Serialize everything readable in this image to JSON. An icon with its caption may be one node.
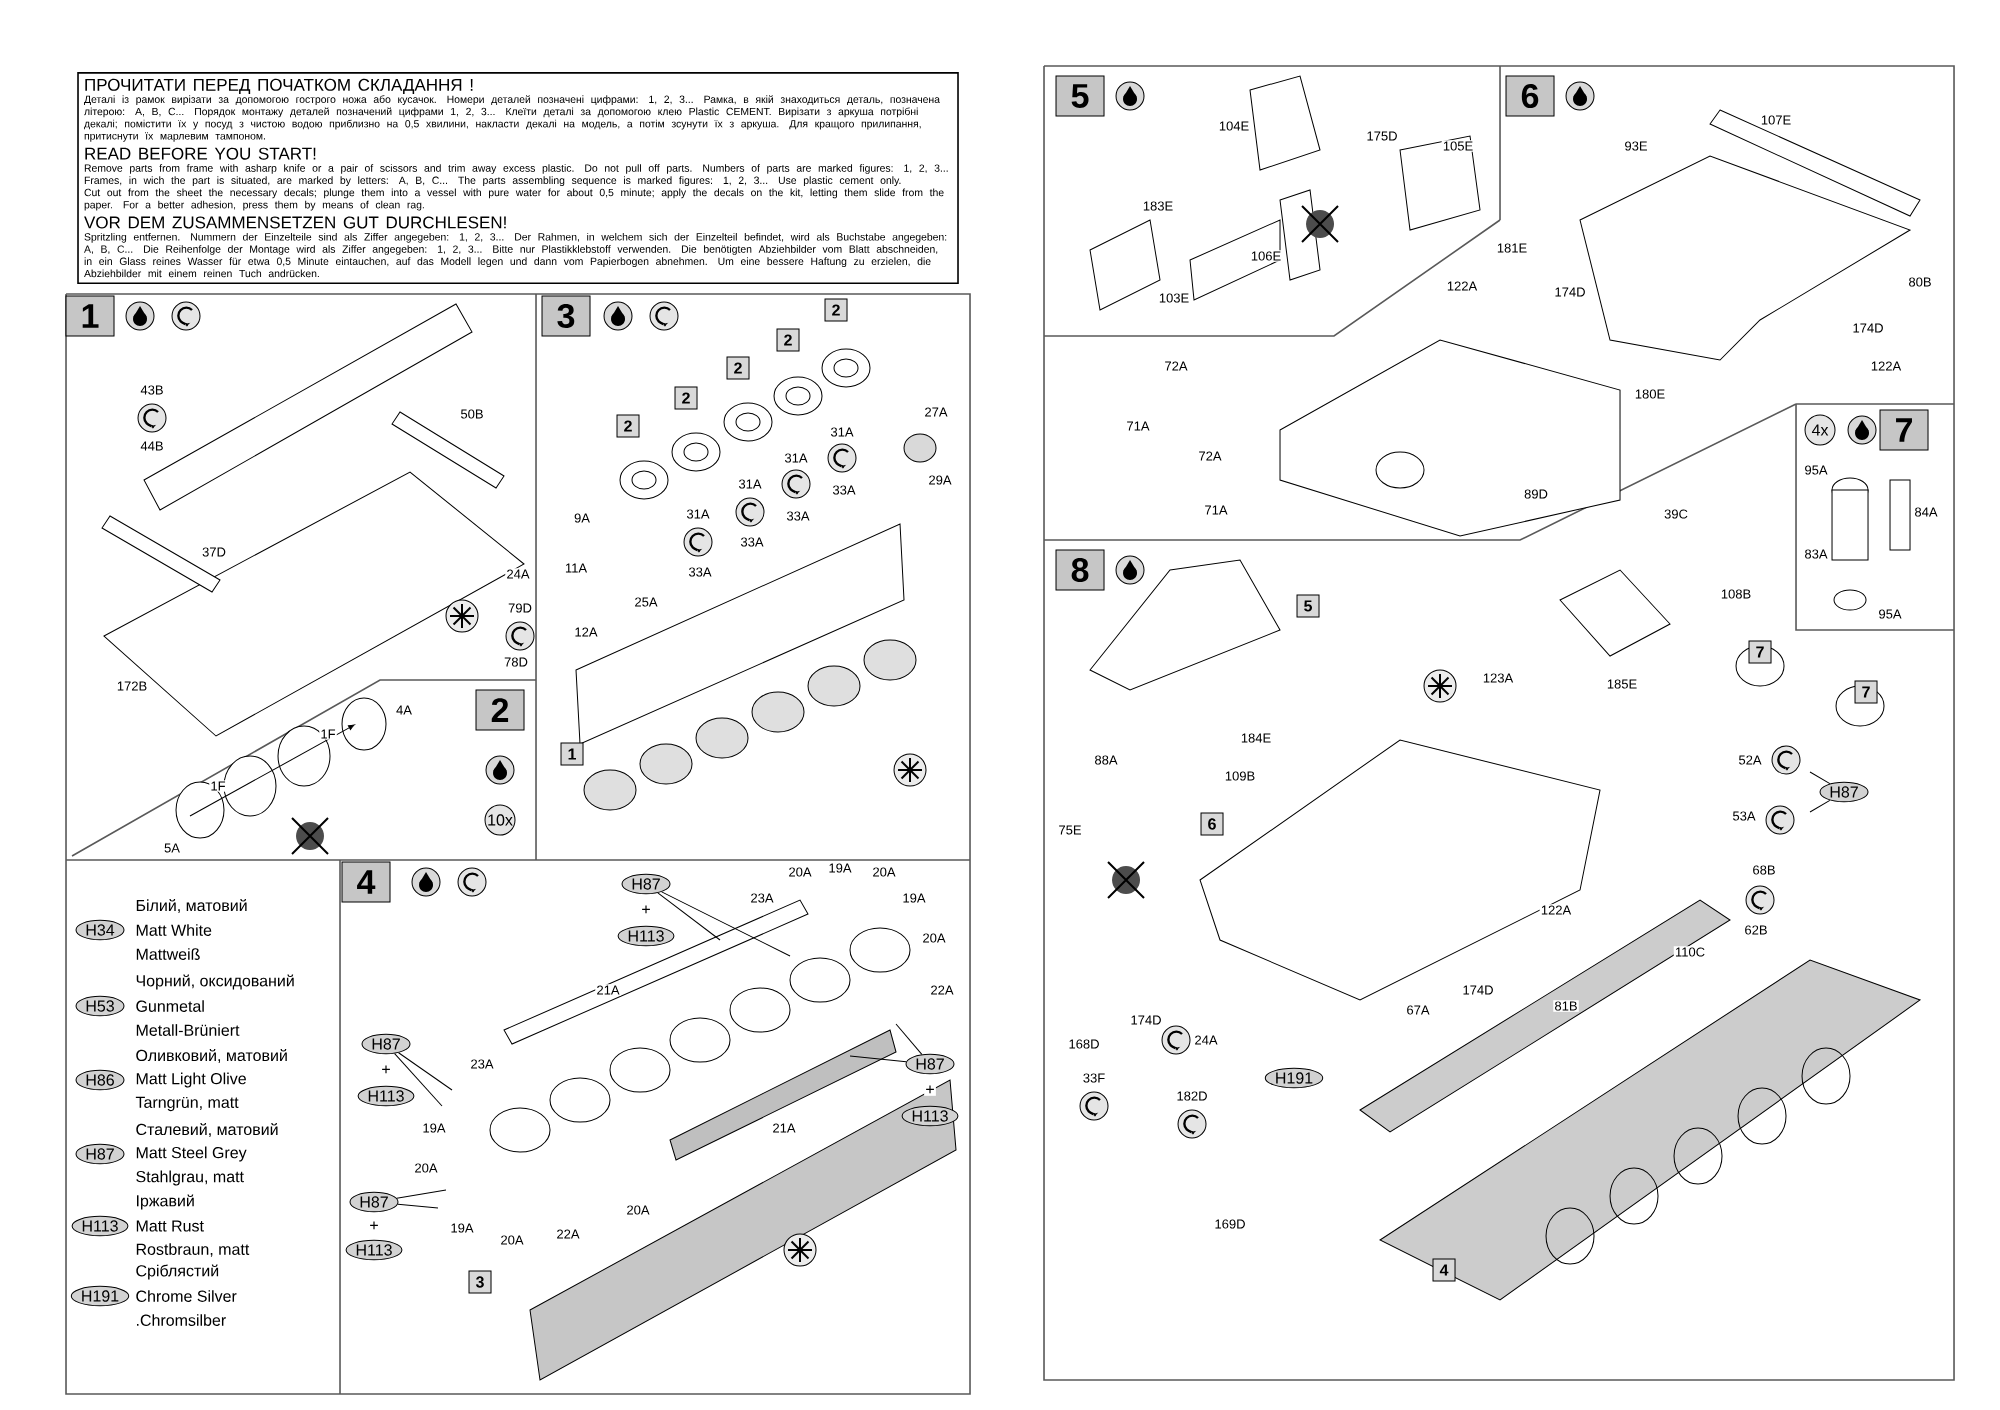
{
  "diagram": {
    "nodes": [
      {
        "text": [
          "ПРОЧИТАТИ ПЕРЕД ПОЧАТКОМ СКЛАДАННЯ !",
          "Деталі із рамок вирізати за допомогою гострого ножа або кусачок. Номери деталей позначені цифрами: 1, 2, 3... Рамка, в якій знаходиться деталь, позначена літерою: A, B, C... Порядок монтажу деталей позначений цифрами 1, 2, 3... Клеїти деталі за допомогою клею Plastic CEMENT. Вирізати з аркуша потрібні декалі; помістити їх у посуд з чистою водою приблизно на 0,5 хвилини, накласти декалі на модель, а потім зсунути їх з аркуша. Для кращого прилипання, притиснути їх марлевим тампоном.",
          "READ BEFORE YOU START!",
          "Remove parts from frame with asharp knife or a pair of scissors and trim away excess plastic. Do not pull off parts. Numbers of parts are marked figures: 1, 2, 3... Frames, in wich the part is situated, are marked by letters: A, B, C... The parts assembling sequence is marked figures: 1, 2, 3... Use plastic cement only.",
          "Cut out from the sheet the necessary decals; plunge them into a vessel with pure water for about 0,5 minute; apply the decals on the kit, letting them slide from the paper. For a better adhesion, press them by means of clean rag.",
          "VOR DEM ZUSAMMENSETZEN GUT DURCHLESEN!",
          "Spritzling entfernen. Nummern der Einzelteile sind als Ziffer angegeben: 1, 2, 3... Der Rahmen, in welchem sich der Einzelteil befindet, wird als Buchstabe angegeben: A, B, C... Die Reihenfolge der Montage wird als Ziffer angegeben: 1, 2, 3... Bitte nur Plastikklebstoff verwenden. Die benötigten Abziehbilder vom Blatt abschneiden, in ein Glass reines Wasser für etwa 0,5 Minute eintauchen, auf das Modell legen und dann vom Papierbogen abnehmen. Um eine bessere Haftung zu erzielen, die Abziehbilder mit einem reinen Tuch andrücken."
        ]
      },
      {
        "text": [
          "H34"
        ],
        "beside": [
          "Білий, матовий",
          "Matt White",
          "Mattweiß"
        ]
      },
      {
        "text": [
          "H53"
        ],
        "beside": [
          "Чорний, оксидований",
          "Gunmetal",
          "Metall-Brüniert"
        ]
      },
      {
        "text": [
          "H86"
        ],
        "beside": [
          "Оливковий, матовий",
          "Matt Light Olive",
          "Tarngrün, matt"
        ]
      },
      {
        "text": [
          "H87"
        ],
        "beside": [
          "Сталевий, матовий",
          "Matt Steel Grey",
          "Stahlgrau, matt"
        ]
      },
      {
        "text": [
          "H113"
        ],
        "beside": [
          "Іржавий",
          "Matt Rust",
          "Rostbraun, matt"
        ]
      },
      {
        "text": [
          "H191"
        ],
        "beside": [
          "Сріблястий",
          "Chrome Silver",
          ".Chromsilber"
        ]
      },
      {
        "text": [
          "1"
        ]
      },
      {
        "text": [
          "3"
        ]
      },
      {
        "text": [
          "2"
        ]
      },
      {
        "text": [
          "4"
        ]
      },
      {
        "text": [
          "5"
        ]
      },
      {
        "text": [
          "6"
        ]
      },
      {
        "text": [
          "7"
        ]
      },
      {
        "text": [
          "8"
        ]
      },
      {
        "text": [
          "2"
        ]
      },
      {
        "text": [
          "2"
        ]
      },
      {
        "text": [
          "2"
        ]
      },
      {
        "text": [
          "2"
        ]
      },
      {
        "text": [
          "2"
        ]
      },
      {
        "text": [
          "1"
        ]
      },
      {
        "text": [
          "3"
        ]
      },
      {
        "text": [
          "5"
        ]
      },
      {
        "text": [
          "7"
        ]
      },
      {
        "text": [
          "7"
        ]
      },
      {
        "text": [
          "6"
        ]
      },
      {
        "text": [
          "4"
        ]
      },
      {
        "text": [
          "H87"
        ]
      },
      {
        "text": [
          "H113"
        ]
      },
      {
        "text": [
          "H87"
        ]
      },
      {
        "text": [
          "H113"
        ]
      },
      {
        "text": [
          "H87"
        ]
      },
      {
        "text": [
          "H113"
        ]
      },
      {
        "text": [
          "H87"
        ]
      },
      {
        "text": [
          "H113"
        ]
      },
      {
        "text": [
          "H87"
        ]
      },
      {
        "text": [
          "H191"
        ]
      }
    ],
    "edges": [
      {
        "from": 27,
        "to": null,
        "arrow": "none"
      },
      {
        "from": 27,
        "to": null,
        "arrow": "none"
      },
      {
        "from": 29,
        "to": null,
        "arrow": "none"
      },
      {
        "from": 29,
        "to": null,
        "arrow": "none"
      },
      {
        "from": 31,
        "to": null,
        "arrow": "none"
      },
      {
        "from": 31,
        "to": null,
        "arrow": "none"
      },
      {
        "from": 33,
        "to": null,
        "arrow": "none"
      },
      {
        "from": 33,
        "to": null,
        "arrow": "none"
      },
      {
        "from": 35,
        "to": null,
        "arrow": "none"
      },
      {
        "from": 35,
        "to": null,
        "arrow": "none"
      }
    ],
    "labels": [
      "43B",
      "44B",
      "50B",
      "37D",
      "24A",
      "79D",
      "78D",
      "172B",
      "1F",
      "4A",
      "1F",
      "5A",
      "10x",
      "27A",
      "31A",
      "31A",
      "31A",
      "31A",
      "29A",
      "9A",
      "33A",
      "33A",
      "33A",
      "33A",
      "11A",
      "25A",
      "12A",
      "20A",
      "19A",
      "20A",
      "23A",
      "19A",
      "20A",
      "21A",
      "22A",
      "23A",
      "19A",
      "20A",
      "21A",
      "19A",
      "20A",
      "22A",
      "20A",
      "+",
      "+",
      "+",
      "+",
      "104E",
      "175D",
      "105E",
      "183E",
      "106E",
      "103E",
      "107E",
      "93E",
      "181E",
      "122A",
      "174D",
      "80B",
      "174D",
      "122A",
      "180E",
      "72A",
      "71A",
      "72A",
      "71A",
      "89D",
      "4x",
      "95A",
      "84A",
      "83A",
      "95A",
      "39C",
      "108B",
      "185E",
      "123A",
      "184E",
      "109B",
      "88A",
      "52A",
      "53A",
      "75E",
      "68B",
      "122A",
      "62B",
      "110C",
      "174D",
      "81B",
      "67A",
      "174D",
      "168D",
      "24A",
      "33F",
      "182D",
      "169D"
    ]
  }
}
